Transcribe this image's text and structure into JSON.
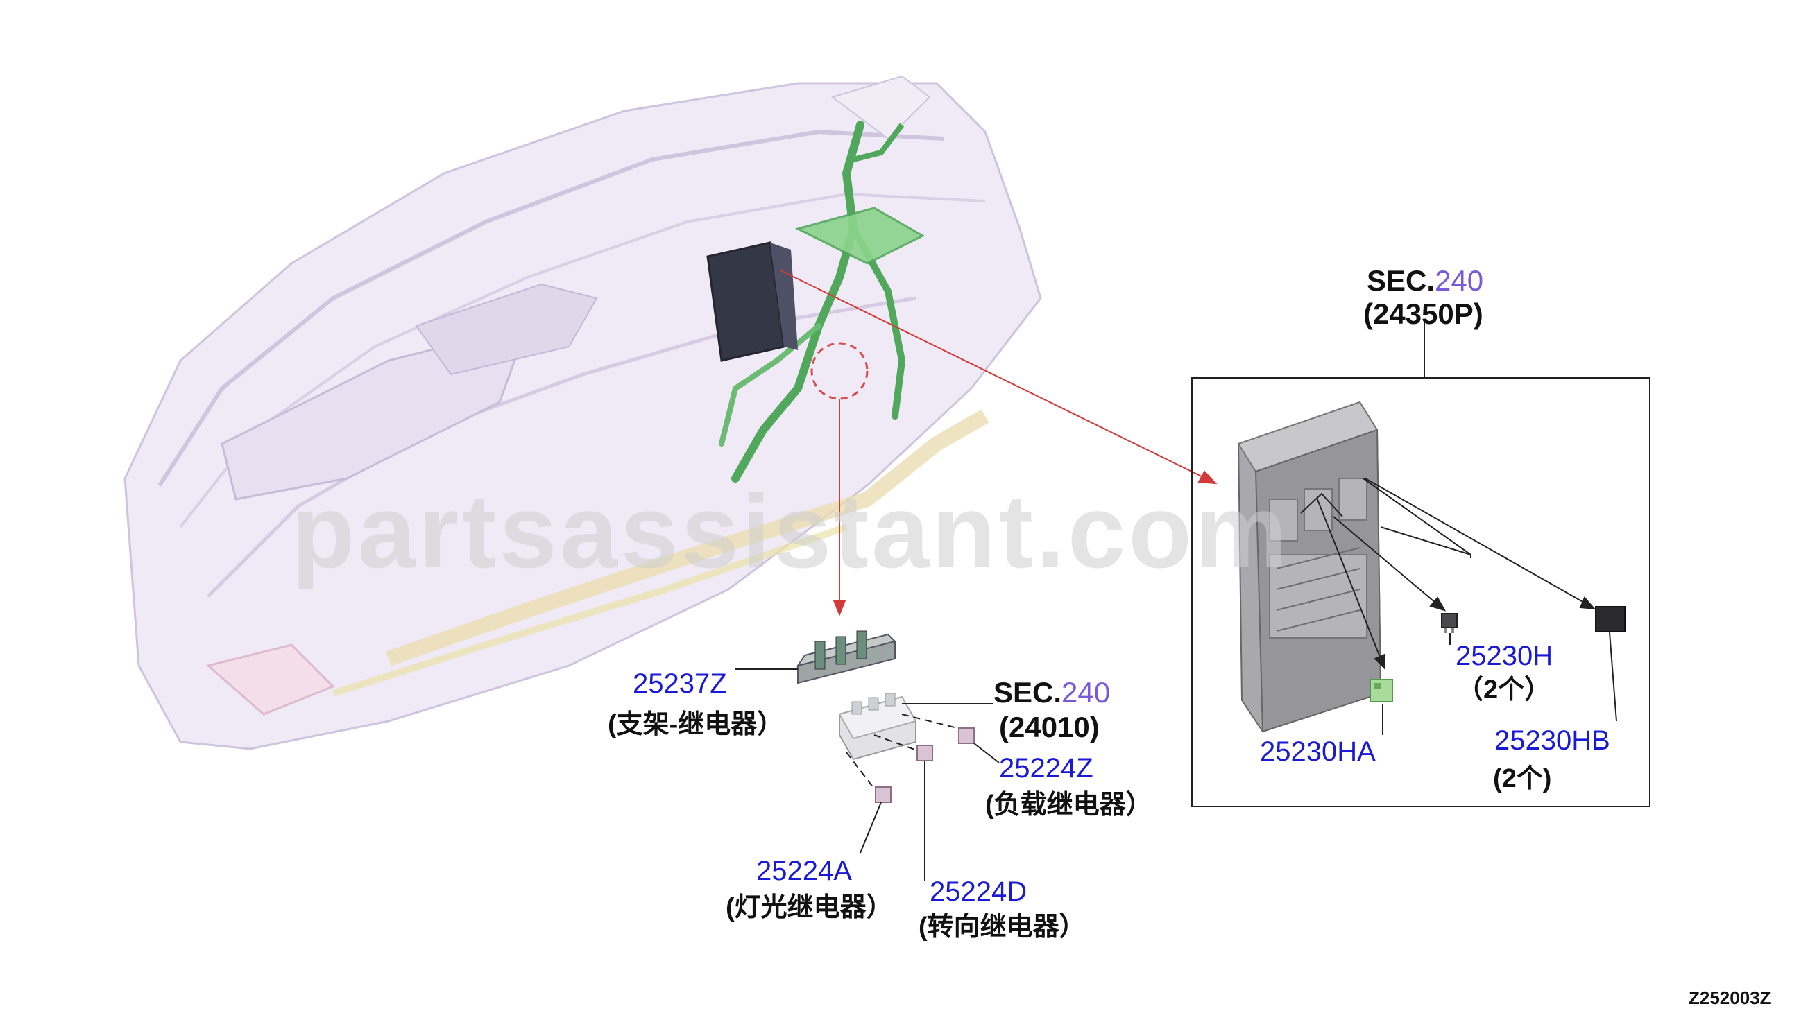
{
  "watermark": "partsassistant.com",
  "sec_main": {
    "prefix": "SEC.",
    "num": "240",
    "code": "(24350P)"
  },
  "sec_small": {
    "prefix": "SEC.",
    "num": "240",
    "code": "(24010)"
  },
  "parts": {
    "p25237Z": {
      "number": "25237Z",
      "desc": "(支架-继电器）"
    },
    "p25224Z": {
      "number": "25224Z",
      "desc": "(负载继电器）"
    },
    "p25224A": {
      "number": "25224A",
      "desc": "(灯光继电器）"
    },
    "p25224D": {
      "number": "25224D",
      "desc": "(转向继电器）"
    },
    "p25230H": {
      "number": "25230H",
      "desc": "（2个）"
    },
    "p25230HA": {
      "number": "25230HA"
    },
    "p25230HB": {
      "number": "25230HB",
      "desc": "(2个)"
    }
  },
  "figure_code": "Z252003Z",
  "colors": {
    "part_number": "#1a1ad6",
    "section_number": "#7a5ad8",
    "leader_red": "#d23a3a",
    "harness_green": "#3f9e4a"
  }
}
